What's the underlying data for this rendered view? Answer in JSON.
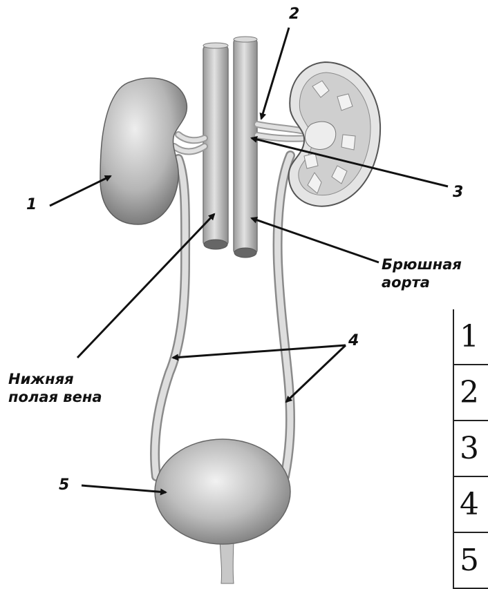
{
  "labels": {
    "one": "1",
    "two": "2",
    "three": "3",
    "four": "4",
    "five": "5"
  },
  "captions": {
    "aorta": [
      "Брюшная",
      "аорта"
    ],
    "vena_cava": [
      "Нижняя",
      "полая вена"
    ]
  },
  "answer_table": {
    "rows": [
      "1",
      "2",
      "3",
      "4",
      "5"
    ]
  }
}
